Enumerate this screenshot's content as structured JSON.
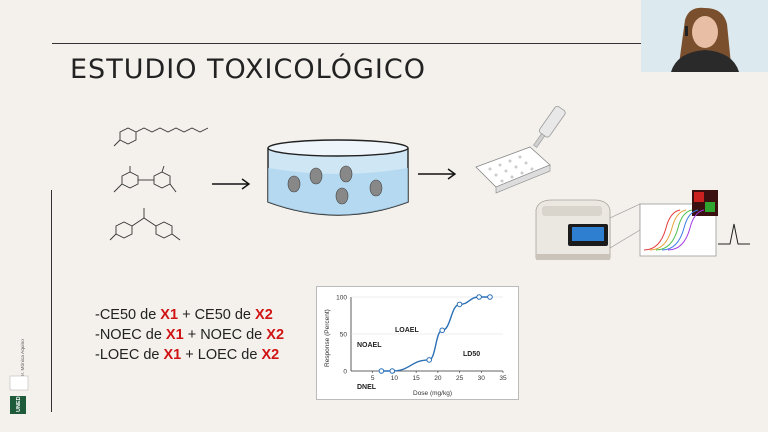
{
  "slide": {
    "title": "ESTUDIO TOXICOLÓGICO",
    "formulas": [
      {
        "prefix": "-CE50 de ",
        "x1": "X1",
        "mid": " + CE50 de ",
        "x2": "X2"
      },
      {
        "prefix": "-NOEC de ",
        "x1": "X1",
        "mid": " + NOEC de ",
        "x2": "X2"
      },
      {
        "prefix": "-LOEC de ",
        "x1": "X1",
        "mid": " + LOEC de ",
        "x2": "X2"
      }
    ],
    "logo": {
      "author": "Dr. Mónica Aquino",
      "brand": "UNED"
    },
    "colors": {
      "accent_red": "#d01414",
      "background": "#f4f1ec"
    }
  },
  "chart_data": {
    "type": "line",
    "xlabel": "Dose (mg/kg)",
    "ylabel": "Response (Percent)",
    "x_ticks": [
      5,
      10,
      15,
      20,
      25,
      30,
      35
    ],
    "y_ticks": [
      0,
      50,
      100
    ],
    "xlim": [
      0,
      35
    ],
    "ylim": [
      0,
      100
    ],
    "series": [
      {
        "x": [
          7,
          9.5,
          18,
          21,
          25,
          29.5,
          32
        ],
        "y": [
          0,
          0,
          15,
          55,
          90,
          100,
          100
        ]
      }
    ],
    "annotations": [
      "NOAEL",
      "LOAEL",
      "LD50",
      "DNEL"
    ]
  },
  "icons": [
    "chemical-structure-icon",
    "beaker-with-organisms-icon",
    "arrow-right-icon",
    "microplate-pipette-icon",
    "thermocycler-icon",
    "qpcr-curves-icon",
    "webcam-presenter"
  ]
}
